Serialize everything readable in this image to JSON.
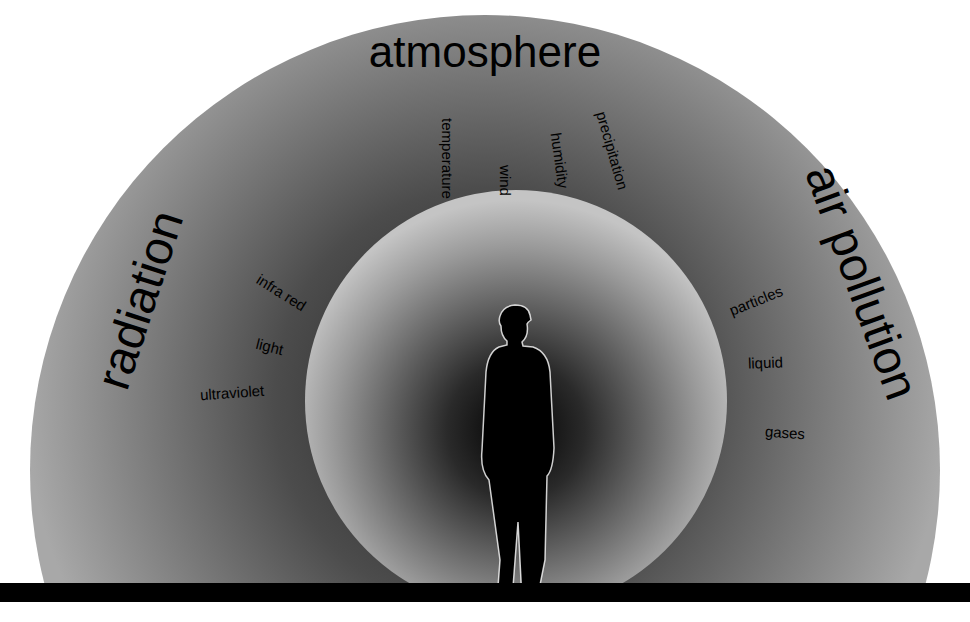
{
  "diagram": {
    "nodes": [
      {
        "text": [
          "atmosphere",
          "temperature",
          "wind",
          "humidity",
          "precipitation",
          "radiation",
          "infra red",
          "light",
          "ultraviolet",
          "air pollution",
          "particles",
          "liquid",
          "gases"
        ]
      }
    ]
  }
}
